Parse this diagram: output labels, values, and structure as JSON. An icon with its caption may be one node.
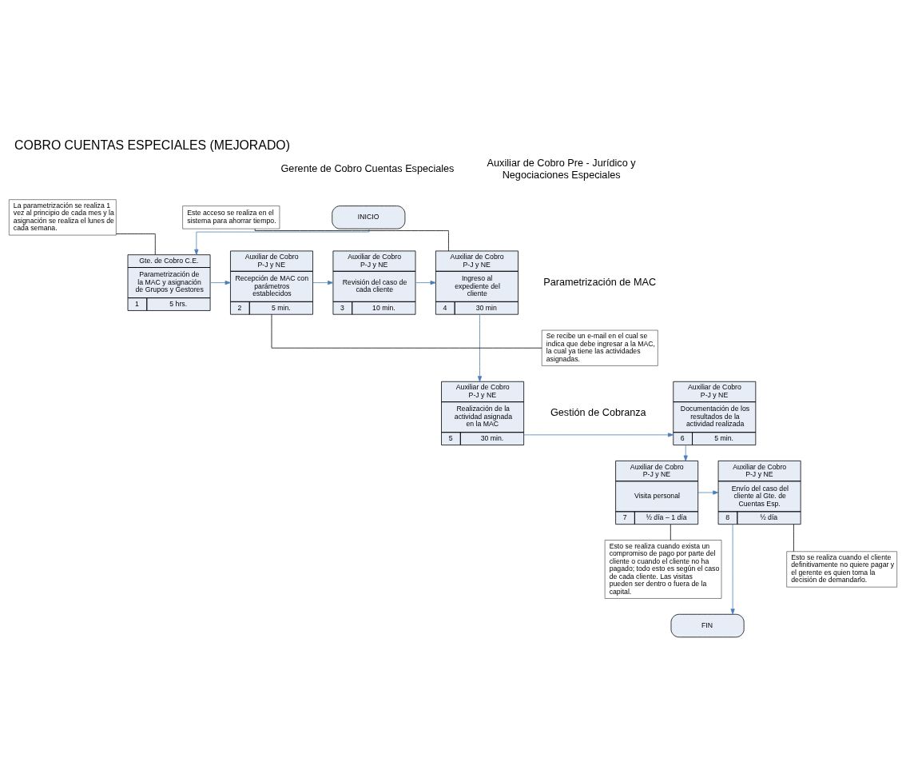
{
  "diagram": {
    "title": "COBRO CUENTAS ESPECIALES (MEJORADO)",
    "nodes": [
      {
        "text": [
          "INICIO"
        ]
      },
      {
        "text": [
          "Gte. de Cobro C.E.",
          "Parametrización de la MAC y asignación de Grupos y Gestores",
          "1",
          "5 hrs."
        ]
      },
      {
        "text": [
          "La parametrización se realiza 1 vez al principio de cada mes y la asignación se realiza el lunes de cada semana."
        ]
      },
      {
        "text": [
          "Este acceso se realiza en el sistema para ahorrar tiempo."
        ]
      },
      {
        "text": [
          "Auxiliar de Cobro P-J y NE",
          "Recepción de MAC con parámetros establecidos",
          "2",
          "5 min."
        ]
      },
      {
        "text": [
          "Auxiliar de Cobro P-J y NE",
          "Revisión del caso de cada cliente",
          "3",
          "10 min."
        ]
      },
      {
        "text": [
          "Auxiliar de Cobro P-J y NE",
          "Ingreso al expediente del cliente",
          "4",
          "30 min"
        ]
      },
      {
        "text": [
          "Se recibe un e-mail en el cual se indica que debe ingresar a la MAC, la cual ya tiene las actividades asignadas."
        ]
      },
      {
        "text": [
          "Auxiliar de Cobro P-J y NE",
          "Realización de la actividad asignada en la MAC",
          "5",
          "30 min."
        ]
      },
      {
        "text": [
          "Auxiliar de Cobro P-J y NE",
          "Documentación de los resultados de la actividad realizada",
          "6",
          "5 min."
        ]
      },
      {
        "text": [
          "Auxiliar de Cobro P-J y NE",
          "Visita personal",
          "7",
          "½ día – 1 día"
        ]
      },
      {
        "text": [
          "Auxiliar de Cobro P-J y NE",
          "Envío del caso del cliente al Gte. de Cuentas Esp.",
          "8",
          "½ día"
        ]
      },
      {
        "text": [
          "Esto se realiza cuando exista un compromiso de pago por parte del cliente o cuando el cliente no ha pagado; todo esto es según el caso de cada cliente. Las visitas pueden ser dentro o fuera de la capital."
        ]
      },
      {
        "text": [
          "Esto se realiza cuando el cliente definitivamente no quiere pagar y el gerente es quien toma la decisión de demandarlo."
        ]
      },
      {
        "text": [
          "FIN"
        ]
      }
    ],
    "edges": [
      {
        "from": 0,
        "to": 1,
        "arrow": "to"
      },
      {
        "from": 2,
        "to": 1,
        "arrow": "none",
        "color": "#000000"
      },
      {
        "from": 1,
        "to": 4,
        "arrow": "to"
      },
      {
        "from": 4,
        "to": 5,
        "arrow": "to"
      },
      {
        "from": 5,
        "to": 6,
        "arrow": "to"
      },
      {
        "from": 3,
        "to": 6,
        "arrow": "none",
        "color": "#000000"
      },
      {
        "from": 7,
        "to": 4,
        "arrow": "none",
        "color": "#000000"
      },
      {
        "from": 6,
        "to": 8,
        "arrow": "to"
      },
      {
        "from": 8,
        "to": 9,
        "arrow": "to"
      },
      {
        "from": 9,
        "to": 10,
        "arrow": "to"
      },
      {
        "from": 10,
        "to": 11,
        "arrow": "to"
      },
      {
        "from": 12,
        "to": 10,
        "arrow": "none",
        "color": "#000000"
      },
      {
        "from": 13,
        "to": 11,
        "arrow": "none",
        "color": "#000000"
      },
      {
        "from": 11,
        "to": 14,
        "arrow": "to"
      }
    ],
    "labels": [
      "Gerente de Cobro Cuentas Especiales",
      "Auxiliar de Cobro Pre - Jurídico y Negociaciones Especiales",
      "Parametrización de MAC",
      "Gestión de Cobranza"
    ]
  }
}
